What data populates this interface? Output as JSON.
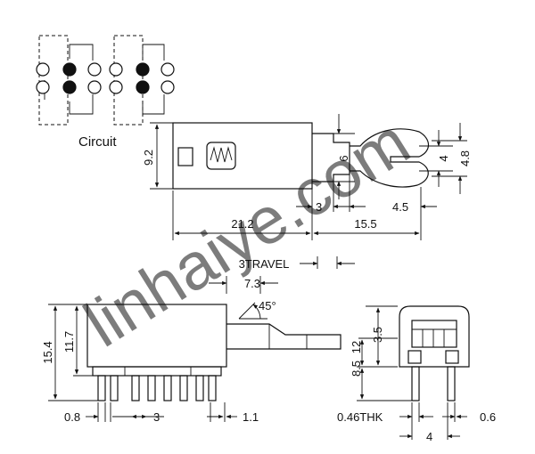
{
  "labels": {
    "circuit": "Circuit",
    "watermark": "linhaiye.com"
  },
  "dims": {
    "d92": "9.2",
    "d6": "6",
    "d4_top": "4",
    "d48": "4.8",
    "d3_top": "3",
    "d45_top": "4.5",
    "d212": "21.2",
    "d155": "15.5",
    "travel": "3TRAVEL",
    "d73": "7.3",
    "angle": "45°",
    "d154": "15.4",
    "d117": "11.7",
    "d12": "12",
    "d35": "3.5",
    "d85": "8.5",
    "d08": "0.8",
    "d3_bot": "3",
    "d11": "1.1",
    "thk": "0.46THK",
    "d06": "0.6",
    "d4_bot": "4"
  }
}
